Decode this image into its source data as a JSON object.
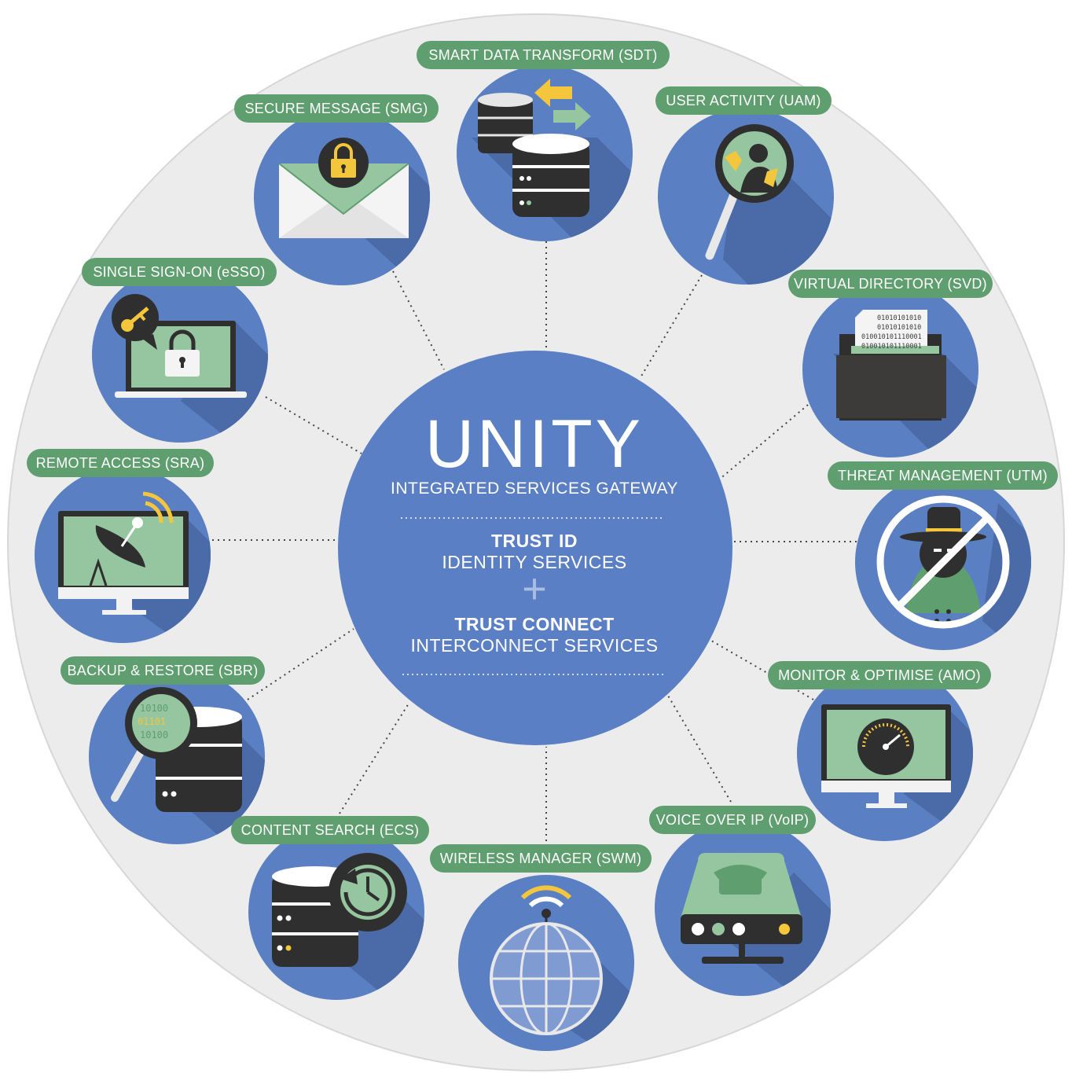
{
  "center": {
    "title": "UNITY",
    "subtitle": "INTEGRATED SERVICES GATEWAY",
    "block1_heading": "TRUST ID",
    "block1_desc": "IDENTITY SERVICES",
    "plus": "+",
    "block2_heading": "TRUST CONNECT",
    "block2_desc": "INTERCONNECT SERVICES"
  },
  "services": [
    {
      "label": "SMART DATA TRANSFORM (SDT)",
      "icon": "database-transfer-icon"
    },
    {
      "label": "USER ACTIVITY (UAM)",
      "icon": "magnifier-user-icon"
    },
    {
      "label": "VIRTUAL DIRECTORY (SVD)",
      "icon": "folder-binary-icon",
      "binary": [
        "01010101010",
        "01010101010",
        "010010101110001",
        "010010101110001"
      ]
    },
    {
      "label": "THREAT MANAGEMENT (UTM)",
      "icon": "no-spy-icon"
    },
    {
      "label": "MONITOR & OPTIMISE (AMO)",
      "icon": "monitor-gauge-icon"
    },
    {
      "label": "VOICE OVER IP (VoIP)",
      "icon": "phone-router-icon"
    },
    {
      "label": "WIRELESS MANAGER (SWM)",
      "icon": "wireless-globe-icon"
    },
    {
      "label": "CONTENT SEARCH (ECS)",
      "icon": "database-history-icon"
    },
    {
      "label": "BACKUP & RESTORE (SBR)",
      "icon": "magnifier-database-icon",
      "binary": [
        "10100",
        "01101",
        "10100"
      ]
    },
    {
      "label": "REMOTE ACCESS (SRA)",
      "icon": "satellite-monitor-icon"
    },
    {
      "label": "SINGLE SIGN-ON (eSSO)",
      "icon": "key-laptop-icon"
    },
    {
      "label": "SECURE MESSAGE (SMG)",
      "icon": "locked-envelope-icon"
    }
  ],
  "colors": {
    "background": "#ececec",
    "node_blue": "#5a7fc2",
    "shadow_blue": "#4a6aa8",
    "center_blue": "#5b7fc4",
    "pill_green": "#5f9e6e",
    "screen_green": "#95c6a0",
    "accent_yellow": "#f3c63c",
    "dark": "#2f2f2f"
  }
}
